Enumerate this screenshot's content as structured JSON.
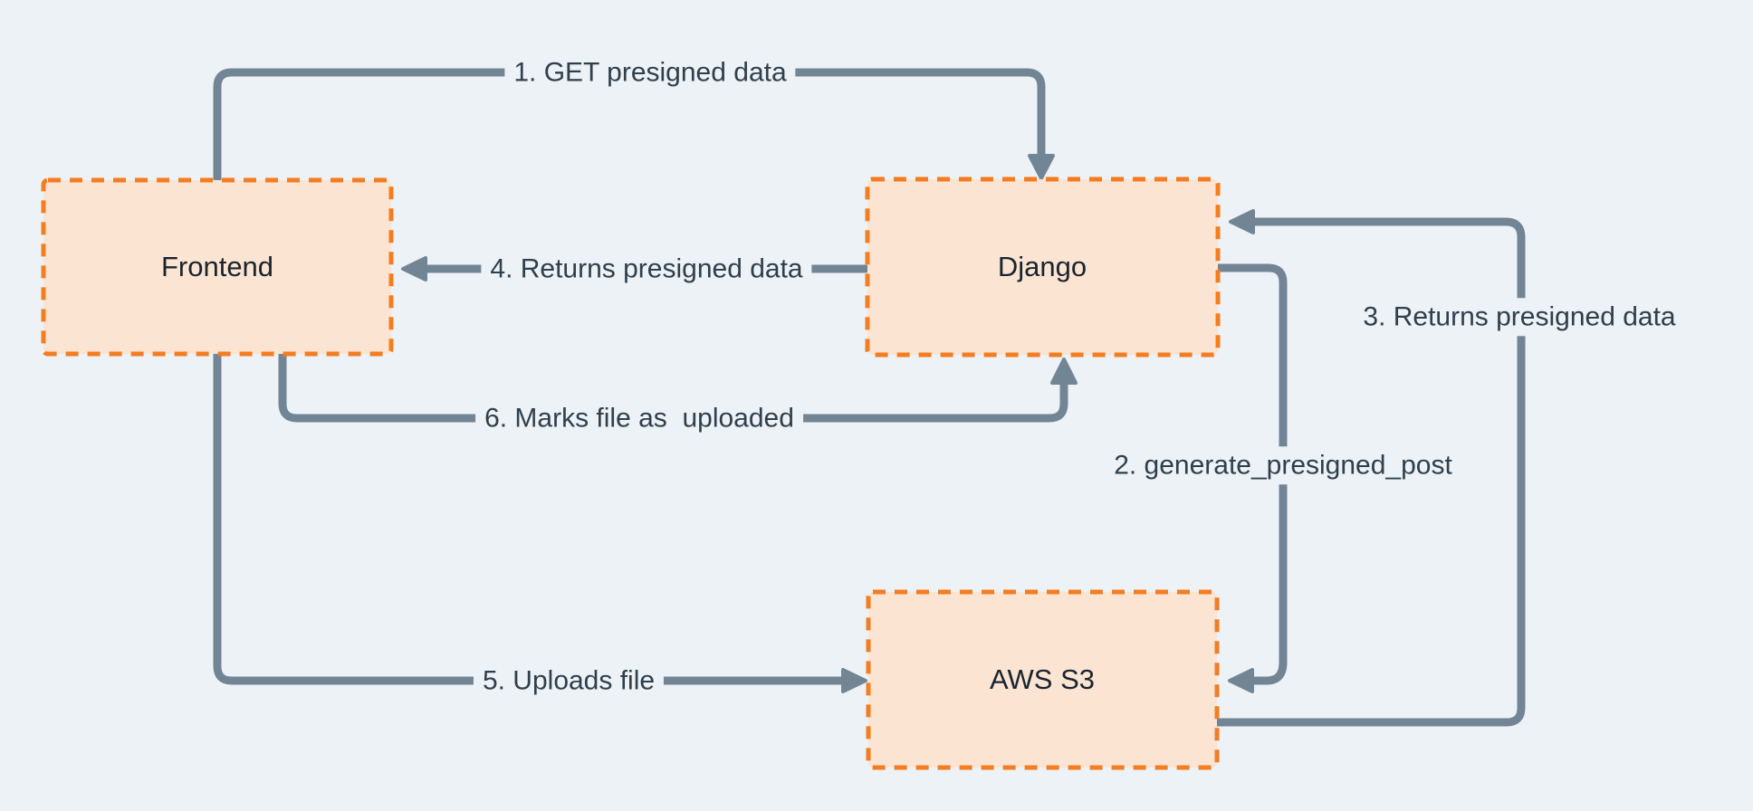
{
  "diagram": {
    "title": "Presigned upload flow diagram",
    "colors": {
      "background": "#edf2f6",
      "node_fill": "#fce4d3",
      "node_border": "#f47c21",
      "arrow_color": "#728595",
      "edge_label_color": "#2f3f4c",
      "node_label_color": "#1a242e"
    },
    "nodes": {
      "frontend": {
        "label": "Frontend"
      },
      "django": {
        "label": "Django"
      },
      "aws_s3": {
        "label": "AWS S3"
      }
    },
    "edges": {
      "e1": {
        "label": "1. GET presigned data",
        "from": "Frontend",
        "to": "Django"
      },
      "e2": {
        "label": "2. generate_presigned_post",
        "from": "Django",
        "to": "AWS S3"
      },
      "e3": {
        "label": "3. Returns presigned data",
        "from": "AWS S3",
        "to": "Django"
      },
      "e4": {
        "label": "4. Returns presigned data",
        "from": "Django",
        "to": "Frontend"
      },
      "e5": {
        "label": "5. Uploads file",
        "from": "Frontend",
        "to": "AWS S3"
      },
      "e6": {
        "label": "6. Marks file as  uploaded",
        "from": "Frontend",
        "to": "Django"
      }
    }
  }
}
